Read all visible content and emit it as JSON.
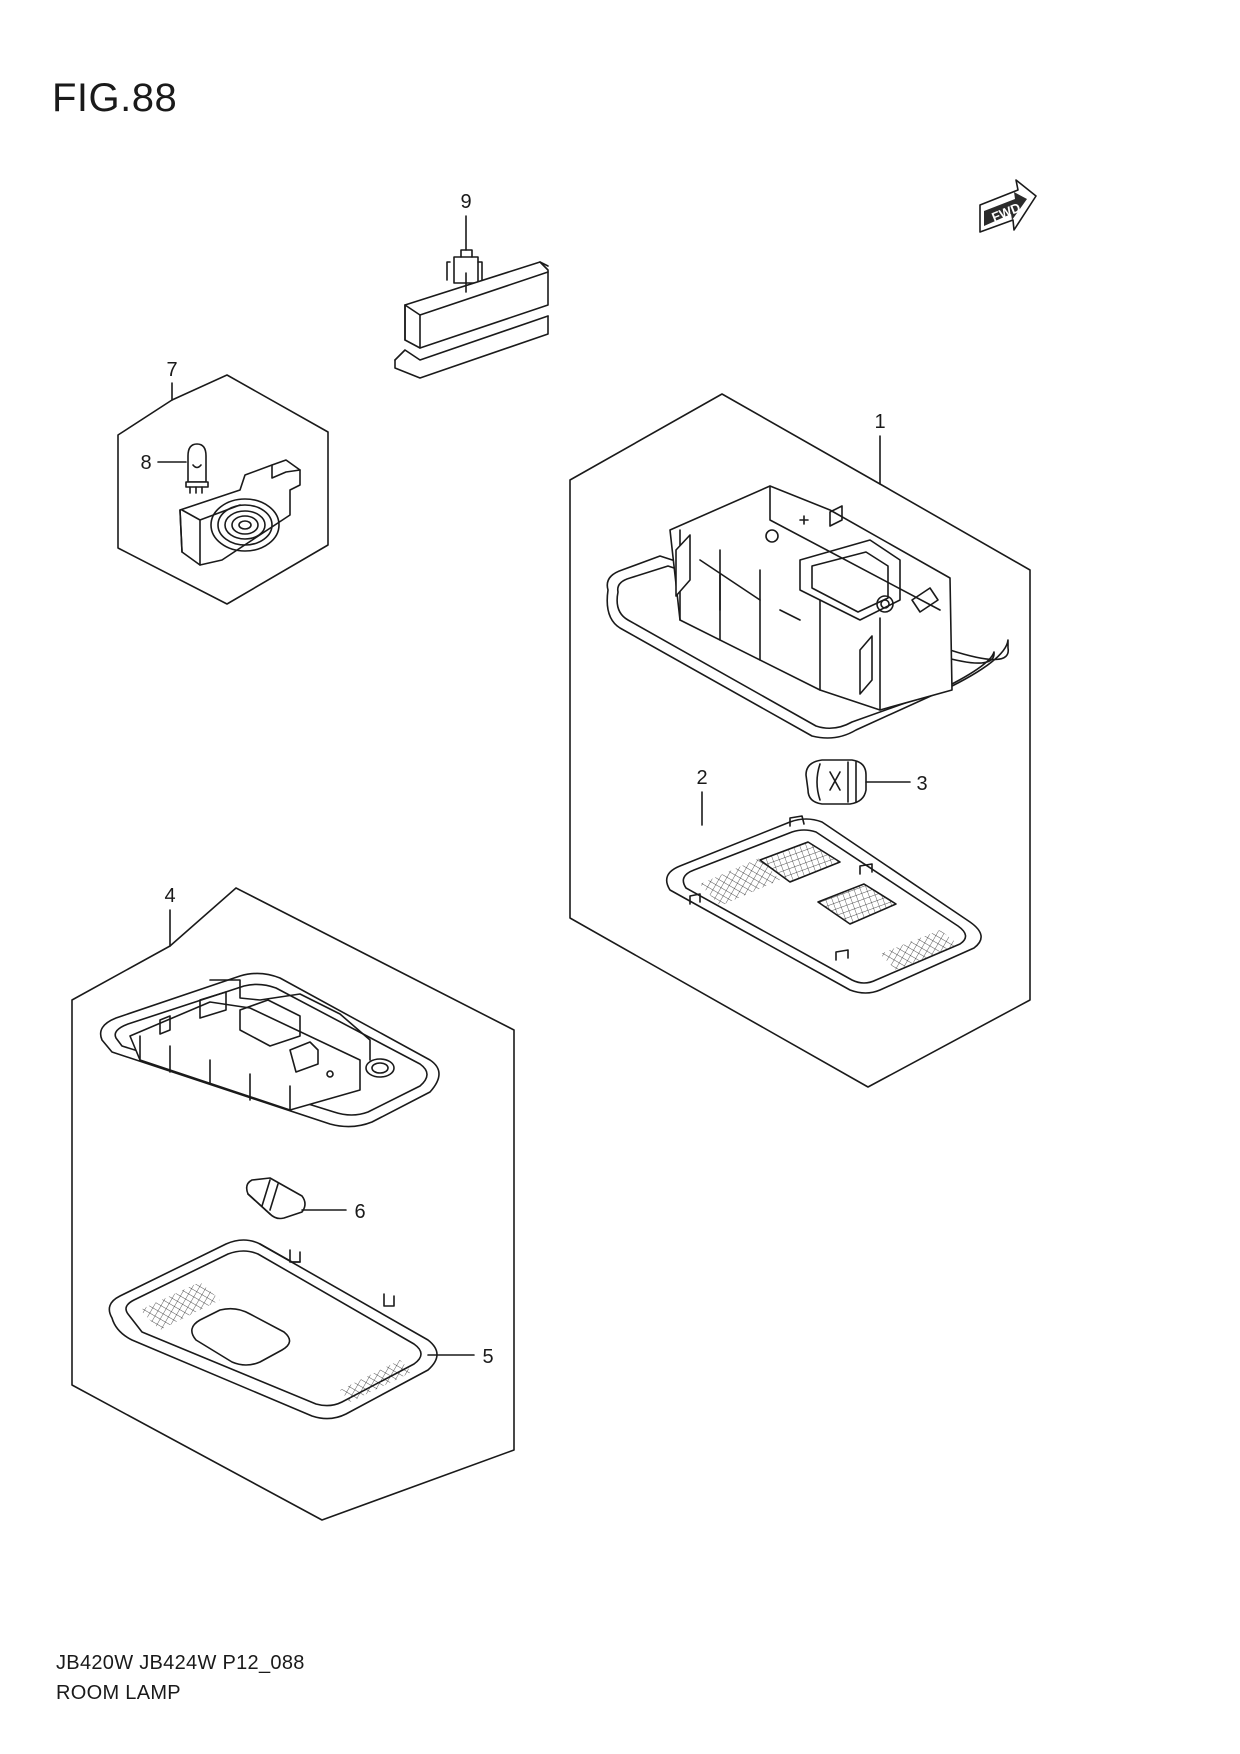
{
  "figure": {
    "title": "FIG.88",
    "model_code": "JB420W JB424W P12_088",
    "name": "ROOM LAMP"
  },
  "fwd_badge": "FWD",
  "callouts": {
    "c1": "1",
    "c2": "2",
    "c3": "3",
    "c4": "4",
    "c5": "5",
    "c6": "6",
    "c7": "7",
    "c8": "8",
    "c9": "9"
  },
  "colors": {
    "line": "#1a1a1a",
    "background": "#ffffff"
  }
}
